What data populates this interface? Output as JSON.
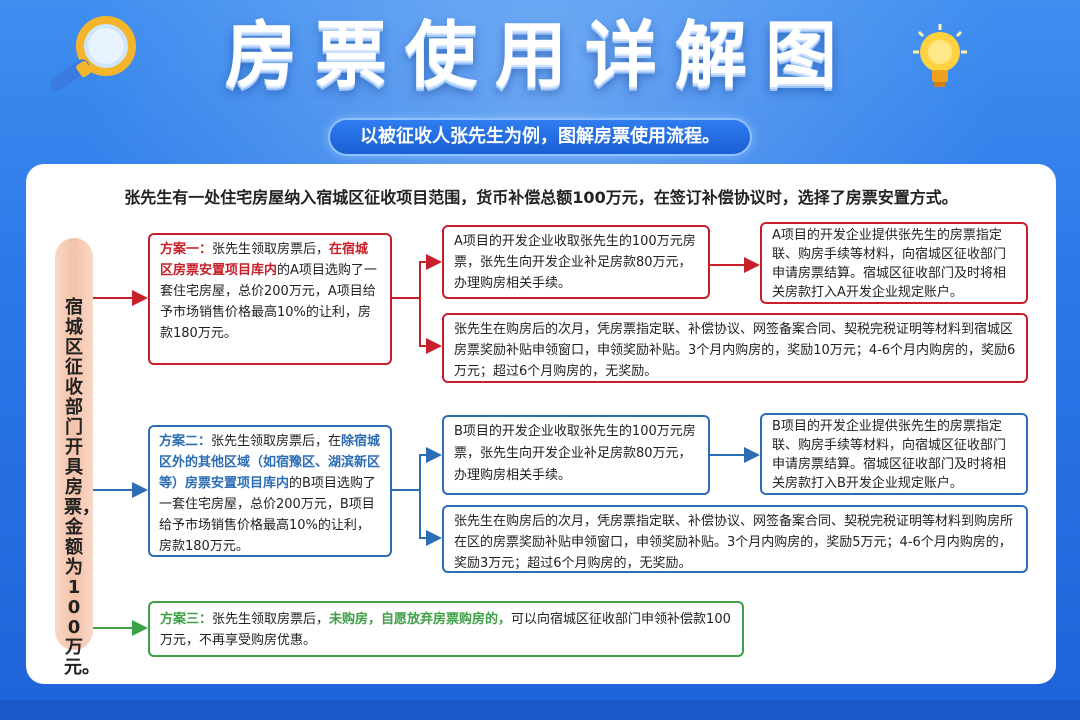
{
  "title": "房票使用详解图",
  "subtitle": "以被征收人张先生为例，图解房票使用流程。",
  "intro": "张先生有一处住宅房屋纳入宿城区征收项目范围，货币补偿总额100万元，在签订补偿协议时，选择了房票安置方式。",
  "left_label": "宿城区征收部门开具房票，金额为100万元。",
  "plan1": {
    "label": "方案一：",
    "text_a": "张先生领取房票后，",
    "highlight": "在宿城区房票安置项目库内",
    "text_b": "的A项目选购了一套住宅房屋，总价200万元，A项目给予市场销售价格最高10%的让利，房款180万元。",
    "step1": "A项目的开发企业收取张先生的100万元房票，张先生向开发企业补足房款80万元，办理购房相关手续。",
    "step2": "A项目的开发企业提供张先生的房票指定联、购房手续等材料，向宿城区征收部门申请房票结算。宿城区征收部门及时将相关房款打入A开发企业规定账户。",
    "reward": "张先生在购房后的次月，凭房票指定联、补偿协议、网签备案合同、契税完税证明等材料到宿城区房票奖励补贴申领窗口，申领奖励补贴。3个月内购房的，奖励10万元；4-6个月内购房的，奖励6万元；超过6个月购房的，无奖励。"
  },
  "plan2": {
    "label": "方案二：",
    "text_a": "张先生领取房票后，在",
    "highlight": "除宿城区外的其他区域（如宿豫区、湖滨新区等）房票安置项目库内",
    "text_b": "的B项目选购了一套住宅房屋，总价200万元，B项目给予市场销售价格最高10%的让利，房款180万元。",
    "step1": "B项目的开发企业收取张先生的100万元房票，张先生向开发企业补足房款80万元，办理购房相关手续。",
    "step2": "B项目的开发企业提供张先生的房票指定联、购房手续等材料，向宿城区征收部门申请房票结算。宿城区征收部门及时将相关房款打入B开发企业规定账户。",
    "reward": "张先生在购房后的次月，凭房票指定联、补偿协议、网签备案合同、契税完税证明等材料到购房所在区的房票奖励补贴申领窗口，申领奖励补贴。3个月内购房的，奖励5万元；4-6个月内购房的，奖励3万元；超过6个月购房的，无奖励。"
  },
  "plan3": {
    "label": "方案三：",
    "text_a": "张先生领取房票后，",
    "highlight": "未购房，自愿放弃房票购房的，",
    "text_b": "可以向宿城区征收部门申领补偿款100万元，不再享受购房优惠。"
  },
  "colors": {
    "red": "#c8202a",
    "blue": "#2c6db5",
    "green": "#3ea047",
    "pill": "#f3c2a8"
  },
  "icons": [
    "magnifier-icon",
    "lightbulb-icon"
  ]
}
